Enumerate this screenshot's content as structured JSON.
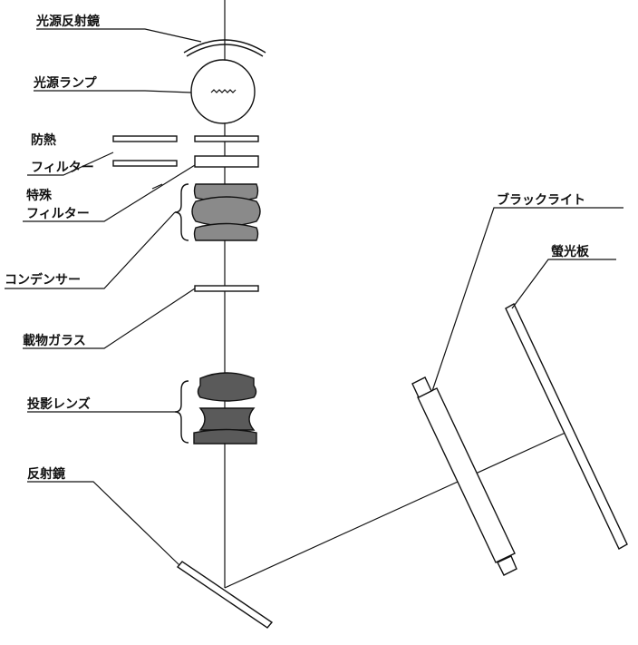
{
  "labels": {
    "source_reflector": "光源反射鏡",
    "source_lamp": "光源ランプ",
    "heat_filter_line1": "防熱",
    "heat_filter_line2": "フィルター",
    "special_filter_line1": "特殊",
    "special_filter_line2": "フィルター",
    "condenser": "コンデンサー",
    "stage_glass": "載物ガラス",
    "projection_lens": "投影レンズ",
    "reflector": "反射鏡",
    "black_light": "ブラックライト",
    "fluorescent_plate": "螢光板"
  },
  "colors": {
    "ink": "#111111",
    "lens_fill": "#8a8a8a",
    "background": "#ffffff"
  }
}
